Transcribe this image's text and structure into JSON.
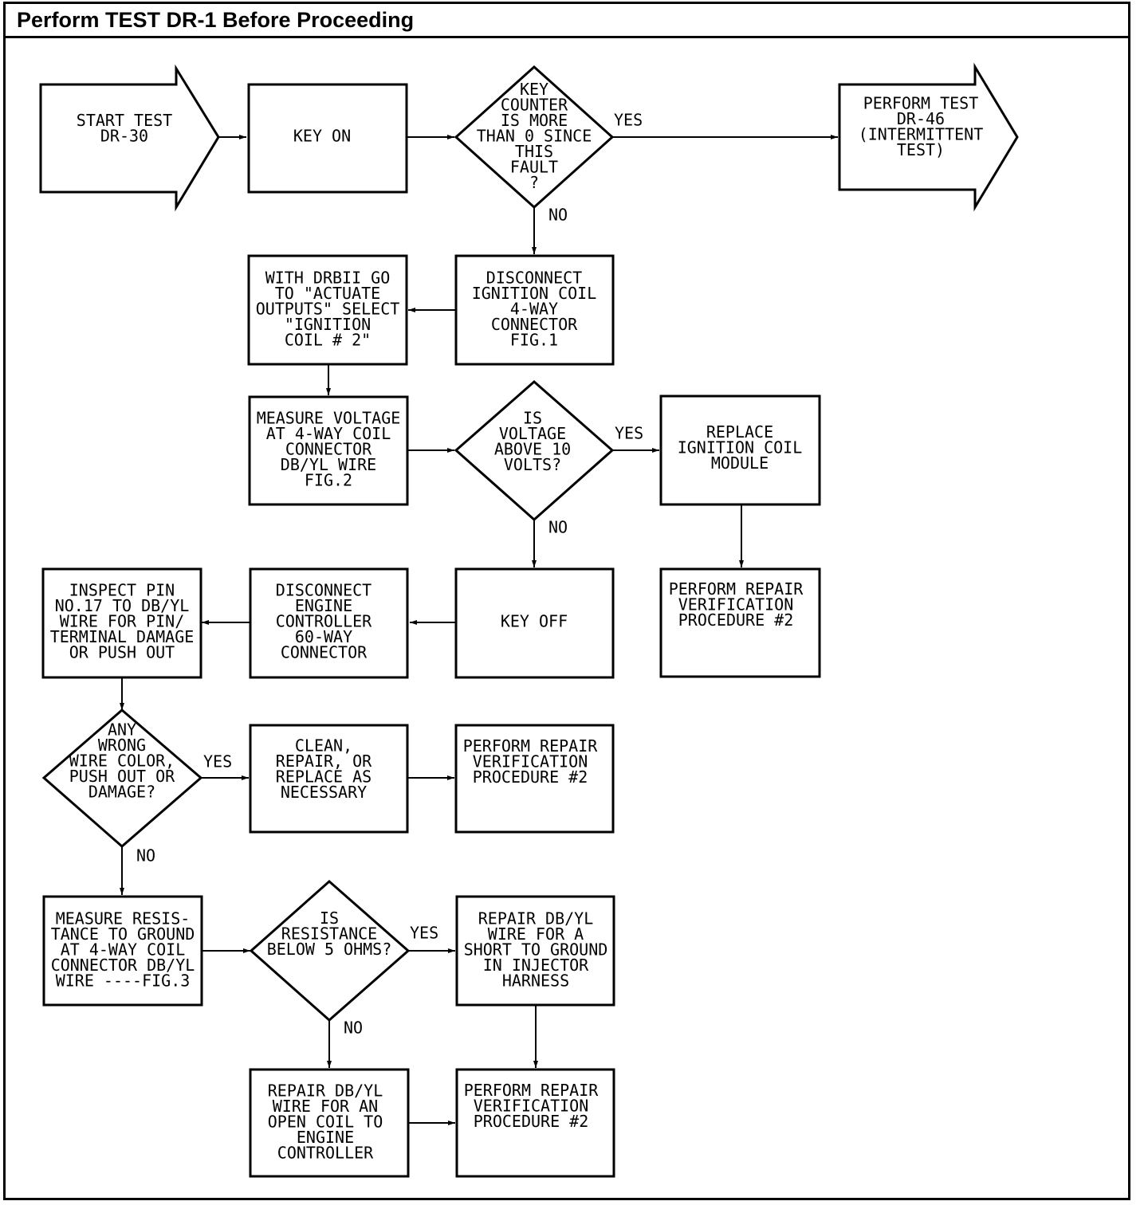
{
  "header": {
    "title": "Perform TEST DR-1 Before Proceeding"
  },
  "nodes": {
    "start": [
      "START TEST",
      "DR-30"
    ],
    "key_on": [
      "KEY ON"
    ],
    "d_key_counter": [
      "KEY",
      "COUNTER",
      "IS MORE",
      "THAN 0 SINCE",
      "THIS",
      "FAULT",
      "?"
    ],
    "perform_dr46": [
      "PERFORM TEST",
      "DR-46",
      "(INTERMITTENT",
      "TEST)"
    ],
    "disconnect_coil": [
      "DISCONNECT",
      "IGNITION COIL",
      "4-WAY",
      "CONNECTOR",
      "FIG.1"
    ],
    "drbii": [
      "WITH DRBII GO",
      "TO \"ACTUATE",
      "OUTPUTS\" SELECT",
      "\"IGNITION",
      "COIL # 2\""
    ],
    "measure_voltage": [
      "MEASURE VOLTAGE",
      "AT 4-WAY COIL",
      "CONNECTOR",
      "DB/YL WIRE",
      "FIG.2"
    ],
    "d_voltage": [
      "IS",
      "VOLTAGE",
      "ABOVE 10",
      "VOLTS?"
    ],
    "replace_module": [
      "REPLACE",
      "IGNITION COIL",
      "MODULE"
    ],
    "repair_verif_1": [
      "PERFORM REPAIR",
      "VERIFICATION",
      "PROCEDURE #2"
    ],
    "key_off": [
      "KEY OFF"
    ],
    "disconnect_engine": [
      "DISCONNECT",
      "ENGINE",
      "CONTROLLER",
      "60-WAY",
      "CONNECTOR"
    ],
    "inspect_pin": [
      "INSPECT PIN",
      "NO.17 TO DB/YL",
      "WIRE FOR PIN/",
      "TERMINAL DAMAGE",
      "OR PUSH OUT"
    ],
    "d_wrong_wire": [
      "ANY",
      "WRONG",
      "WIRE COLOR,",
      "PUSH OUT OR",
      "DAMAGE?"
    ],
    "clean_repair": [
      "CLEAN,",
      "REPAIR, OR",
      "REPLACE AS",
      "NECESSARY"
    ],
    "repair_verif_2": [
      "PERFORM REPAIR",
      "VERIFICATION",
      "PROCEDURE #2"
    ],
    "measure_resistance": [
      "MEASURE RESIS-",
      "TANCE TO GROUND",
      "AT 4-WAY COIL",
      "CONNECTOR DB/YL",
      "WIRE ----FIG.3"
    ],
    "d_resistance": [
      "IS",
      "RESISTANCE",
      "BELOW 5 OHMS?"
    ],
    "repair_short": [
      "REPAIR DB/YL",
      "WIRE FOR A",
      "SHORT TO GROUND",
      "IN INJECTOR",
      "HARNESS"
    ],
    "repair_open": [
      "REPAIR DB/YL",
      "WIRE FOR AN",
      "OPEN COIL TO",
      "ENGINE",
      "CONTROLLER"
    ],
    "repair_verif_3": [
      "PERFORM REPAIR",
      "VERIFICATION",
      "PROCEDURE #2"
    ]
  },
  "edge_labels": {
    "key_counter_yes": "YES",
    "key_counter_no": "NO",
    "voltage_yes": "YES",
    "voltage_no": "NO",
    "wrong_wire_yes": "YES",
    "wrong_wire_no": "NO",
    "resistance_yes": "YES",
    "resistance_no": "NO"
  }
}
